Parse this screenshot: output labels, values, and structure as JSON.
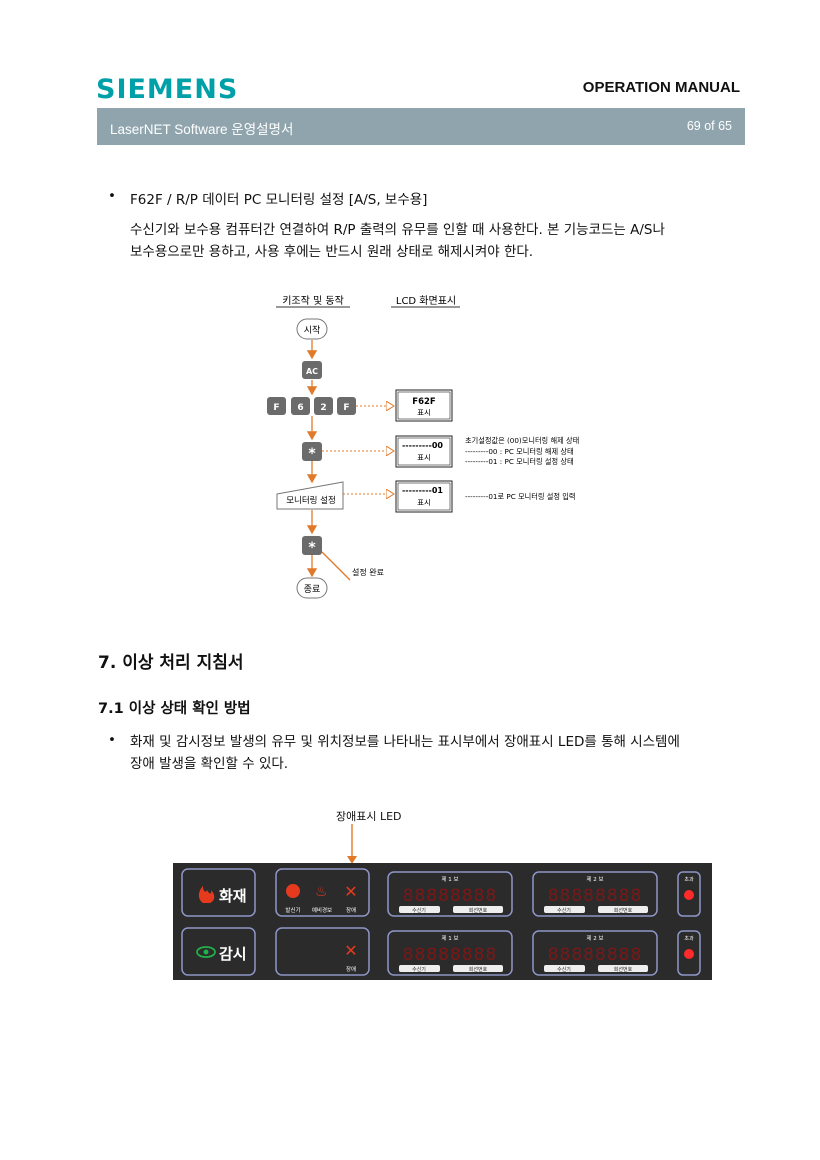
{
  "header": {
    "logo": "SIEMENS",
    "manual": "OPERATION MANUAL",
    "doc_title": "LaserNET Software 운영설명서",
    "page": "69 of 65"
  },
  "section1": {
    "bullet_title": "F62F / R/P 데이터 PC 모니터링 설정 [A/S, 보수용]",
    "para_line1": "수신기와 보수용 컴퓨터간 연결하여 R/P 출력의 유무를 인할 때 사용한다. 본 기능코드는 A/S나",
    "para_line2": "보수용으로만 용하고, 사용 후에는 반드시 원래 상태로 해제시켜야 한다."
  },
  "flow": {
    "col1_header": "키조작 및 동작",
    "col2_header": "LCD 화면표시",
    "start": "시작",
    "ac": "AC",
    "keys": [
      "F",
      "6",
      "2",
      "F"
    ],
    "star": "*",
    "monitor_set": "모니터링 설정",
    "end": "종료",
    "done": "설정 완료",
    "lcd1_top": "F62F",
    "lcd1_bottom": "표시",
    "lcd2_top": "---------00",
    "lcd2_bottom": "표시",
    "lcd3_top": "---------01",
    "lcd3_bottom": "표시",
    "note2_line1": "초기설정값은 (00)모니터링 해제 상태",
    "note2_line2": "---------00 : PC 모니터링 해제 상태",
    "note2_line3": "---------01 : PC 모니터링 설정 상태",
    "note3": "---------01로 PC 모니터링 설정 입력"
  },
  "section7": {
    "title": "7. 이상 처리 지침서",
    "sub": "7.1 이상 상태 확인 방법",
    "bullet_line1": "화재 및 감시정보 발생의 유무 및 위치정보를 나타내는 표시부에서 장애표시 LED를 통해 시스템에",
    "bullet_line2": "장애 발생을 확인할 수 있다.",
    "led_label": "장애표시 LED"
  },
  "panel": {
    "fire": "화재",
    "watch": "감시",
    "icon_labels_top": [
      "발신기",
      "예비경보",
      "장애"
    ],
    "icon_label_bottom": "장애",
    "grp1_top": "제 1 보",
    "grp2_top": "제 2 보",
    "grp1_bot": "제 1 보",
    "grp2_bot": "제 2 보",
    "seg_digits": "88888888",
    "receiver": "수신기",
    "circuit": "회선번호",
    "reset": "초과",
    "colors": {
      "panel": "#2b2b2b",
      "border": "#8f96c8",
      "led": "#ff2a2a",
      "fire_icon": "#e53a1e",
      "eye_icon": "#22b04a"
    }
  }
}
